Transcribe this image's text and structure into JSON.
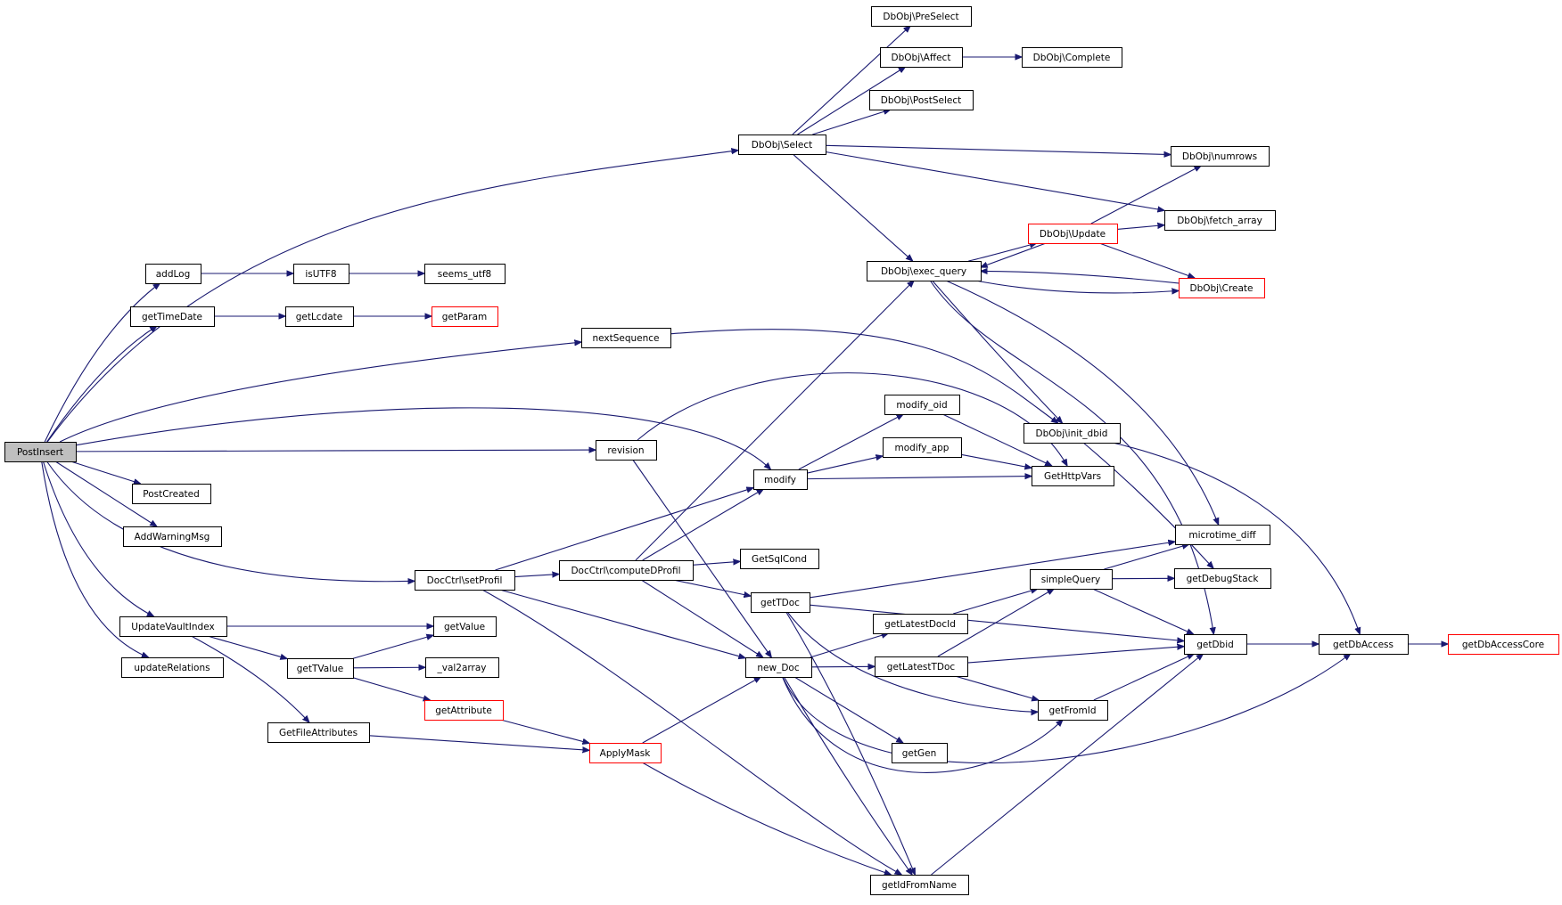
{
  "diagram": {
    "type": "call-graph",
    "edge_color": "#191970",
    "root_fill": "#bfbfbf",
    "truncated_border_color": "#ff0000",
    "nodes": [
      {
        "id": "PostInsert",
        "label": "PostInsert",
        "style": "root"
      },
      {
        "id": "DbObj_PreSelect",
        "label": "DbObj\\PreSelect"
      },
      {
        "id": "DbObj_Affect",
        "label": "DbObj\\Affect"
      },
      {
        "id": "DbObj_Complete",
        "label": "DbObj\\Complete"
      },
      {
        "id": "DbObj_PostSelect",
        "label": "DbObj\\PostSelect"
      },
      {
        "id": "DbObj_Select",
        "label": "DbObj\\Select"
      },
      {
        "id": "DbObj_numrows",
        "label": "DbObj\\numrows"
      },
      {
        "id": "DbObj_fetch_array",
        "label": "DbObj\\fetch_array"
      },
      {
        "id": "DbObj_Update",
        "label": "DbObj\\Update",
        "style": "red"
      },
      {
        "id": "DbObj_exec_query",
        "label": "DbObj\\exec_query"
      },
      {
        "id": "DbObj_Create",
        "label": "DbObj\\Create",
        "style": "red"
      },
      {
        "id": "addLog",
        "label": "addLog"
      },
      {
        "id": "isUTF8",
        "label": "isUTF8"
      },
      {
        "id": "seems_utf8",
        "label": "seems_utf8"
      },
      {
        "id": "getTimeDate",
        "label": "getTimeDate"
      },
      {
        "id": "getLcdate",
        "label": "getLcdate"
      },
      {
        "id": "getParam",
        "label": "getParam",
        "style": "red"
      },
      {
        "id": "nextSequence",
        "label": "nextSequence"
      },
      {
        "id": "modify_oid",
        "label": "modify_oid"
      },
      {
        "id": "DbObj_init_dbid",
        "label": "DbObj\\init_dbid"
      },
      {
        "id": "modify_app",
        "label": "modify_app"
      },
      {
        "id": "revision",
        "label": "revision"
      },
      {
        "id": "modify",
        "label": "modify"
      },
      {
        "id": "GetHttpVars",
        "label": "GetHttpVars"
      },
      {
        "id": "PostCreated",
        "label": "PostCreated"
      },
      {
        "id": "microtime_diff",
        "label": "microtime_diff"
      },
      {
        "id": "AddWarningMsg",
        "label": "AddWarningMsg"
      },
      {
        "id": "GetSqlCond",
        "label": "GetSqlCond"
      },
      {
        "id": "DocCtrl_setProfil",
        "label": "DocCtrl\\setProfil"
      },
      {
        "id": "DocCtrl_computeDProfil",
        "label": "DocCtrl\\computeDProfil"
      },
      {
        "id": "simpleQuery",
        "label": "simpleQuery"
      },
      {
        "id": "getDebugStack",
        "label": "getDebugStack"
      },
      {
        "id": "getTDoc",
        "label": "getTDoc"
      },
      {
        "id": "getLatestDocId",
        "label": "getLatestDocId"
      },
      {
        "id": "UpdateVaultIndex",
        "label": "UpdateVaultIndex"
      },
      {
        "id": "getValue",
        "label": "getValue"
      },
      {
        "id": "getDbid",
        "label": "getDbid"
      },
      {
        "id": "getDbAccess",
        "label": "getDbAccess"
      },
      {
        "id": "getDbAccessCore",
        "label": "getDbAccessCore",
        "style": "red"
      },
      {
        "id": "new_Doc",
        "label": "new_Doc"
      },
      {
        "id": "getLatestTDoc",
        "label": "getLatestTDoc"
      },
      {
        "id": "updateRelations",
        "label": "updateRelations"
      },
      {
        "id": "getTValue",
        "label": "getTValue"
      },
      {
        "id": "_val2array",
        "label": "_val2array"
      },
      {
        "id": "getAttribute",
        "label": "getAttribute",
        "style": "red"
      },
      {
        "id": "getFromId",
        "label": "getFromId"
      },
      {
        "id": "GetFileAttributes",
        "label": "GetFileAttributes"
      },
      {
        "id": "ApplyMask",
        "label": "ApplyMask",
        "style": "red"
      },
      {
        "id": "getGen",
        "label": "getGen"
      },
      {
        "id": "getIdFromName",
        "label": "getIdFromName"
      }
    ],
    "edges": [
      [
        "PostInsert",
        "DbObj_Select"
      ],
      [
        "PostInsert",
        "addLog"
      ],
      [
        "PostInsert",
        "getTimeDate"
      ],
      [
        "PostInsert",
        "nextSequence"
      ],
      [
        "PostInsert",
        "modify"
      ],
      [
        "PostInsert",
        "revision"
      ],
      [
        "PostInsert",
        "PostCreated"
      ],
      [
        "PostInsert",
        "AddWarningMsg"
      ],
      [
        "PostInsert",
        "DocCtrl_setProfil"
      ],
      [
        "PostInsert",
        "UpdateVaultIndex"
      ],
      [
        "PostInsert",
        "updateRelations"
      ],
      [
        "DbObj_Select",
        "DbObj_PreSelect"
      ],
      [
        "DbObj_Select",
        "DbObj_Affect"
      ],
      [
        "DbObj_Select",
        "DbObj_PostSelect"
      ],
      [
        "DbObj_Select",
        "DbObj_numrows"
      ],
      [
        "DbObj_Select",
        "DbObj_fetch_array"
      ],
      [
        "DbObj_Select",
        "DbObj_exec_query"
      ],
      [
        "DbObj_Affect",
        "DbObj_Complete"
      ],
      [
        "DbObj_Update",
        "DbObj_numrows"
      ],
      [
        "DbObj_Update",
        "DbObj_fetch_array"
      ],
      [
        "DbObj_Update",
        "DbObj_exec_query"
      ],
      [
        "DbObj_Update",
        "DbObj_Create"
      ],
      [
        "DbObj_exec_query",
        "DbObj_Update"
      ],
      [
        "DbObj_exec_query",
        "DbObj_Create"
      ],
      [
        "DbObj_exec_query",
        "DbObj_init_dbid"
      ],
      [
        "DbObj_exec_query",
        "microtime_diff"
      ],
      [
        "DbObj_exec_query",
        "getDbid"
      ],
      [
        "DbObj_Create",
        "DbObj_exec_query"
      ],
      [
        "addLog",
        "isUTF8"
      ],
      [
        "isUTF8",
        "seems_utf8"
      ],
      [
        "getTimeDate",
        "getLcdate"
      ],
      [
        "getLcdate",
        "getParam"
      ],
      [
        "nextSequence",
        "DbObj_init_dbid"
      ],
      [
        "revision",
        "GetHttpVars"
      ],
      [
        "revision",
        "new_Doc"
      ],
      [
        "modify",
        "modify_oid"
      ],
      [
        "modify",
        "modify_app"
      ],
      [
        "modify",
        "GetHttpVars"
      ],
      [
        "modify_oid",
        "GetHttpVars"
      ],
      [
        "modify_app",
        "GetHttpVars"
      ],
      [
        "DbObj_init_dbid",
        "getDebugStack"
      ],
      [
        "DbObj_init_dbid",
        "getDbAccess"
      ],
      [
        "DocCtrl_setProfil",
        "modify"
      ],
      [
        "DocCtrl_setProfil",
        "DocCtrl_computeDProfil"
      ],
      [
        "DocCtrl_setProfil",
        "new_Doc"
      ],
      [
        "DocCtrl_setProfil",
        "getIdFromName"
      ],
      [
        "DocCtrl_computeDProfil",
        "DbObj_exec_query"
      ],
      [
        "DocCtrl_computeDProfil",
        "modify"
      ],
      [
        "DocCtrl_computeDProfil",
        "GetSqlCond"
      ],
      [
        "DocCtrl_computeDProfil",
        "getTDoc"
      ],
      [
        "DocCtrl_computeDProfil",
        "new_Doc"
      ],
      [
        "getTDoc",
        "microtime_diff"
      ],
      [
        "getTDoc",
        "getDbid"
      ],
      [
        "getTDoc",
        "getFromId"
      ],
      [
        "getTDoc",
        "getIdFromName"
      ],
      [
        "simpleQuery",
        "microtime_diff"
      ],
      [
        "simpleQuery",
        "getDebugStack"
      ],
      [
        "simpleQuery",
        "getDbid"
      ],
      [
        "getLatestDocId",
        "simpleQuery"
      ],
      [
        "new_Doc",
        "getLatestDocId"
      ],
      [
        "new_Doc",
        "getLatestTDoc"
      ],
      [
        "new_Doc",
        "getGen"
      ],
      [
        "new_Doc",
        "getFromId"
      ],
      [
        "new_Doc",
        "getDbAccess"
      ],
      [
        "new_Doc",
        "getIdFromName"
      ],
      [
        "getLatestTDoc",
        "simpleQuery"
      ],
      [
        "getLatestTDoc",
        "getDbid"
      ],
      [
        "getLatestTDoc",
        "getFromId"
      ],
      [
        "getFromId",
        "getDbid"
      ],
      [
        "getDbid",
        "getDbAccess"
      ],
      [
        "getDbAccess",
        "getDbAccessCore"
      ],
      [
        "UpdateVaultIndex",
        "getValue"
      ],
      [
        "UpdateVaultIndex",
        "getTValue"
      ],
      [
        "UpdateVaultIndex",
        "GetFileAttributes"
      ],
      [
        "getTValue",
        "getValue"
      ],
      [
        "getTValue",
        "_val2array"
      ],
      [
        "getTValue",
        "getAttribute"
      ],
      [
        "getAttribute",
        "ApplyMask"
      ],
      [
        "GetFileAttributes",
        "ApplyMask"
      ],
      [
        "ApplyMask",
        "new_Doc"
      ],
      [
        "ApplyMask",
        "getIdFromName"
      ],
      [
        "getIdFromName",
        "getDbid"
      ]
    ]
  }
}
